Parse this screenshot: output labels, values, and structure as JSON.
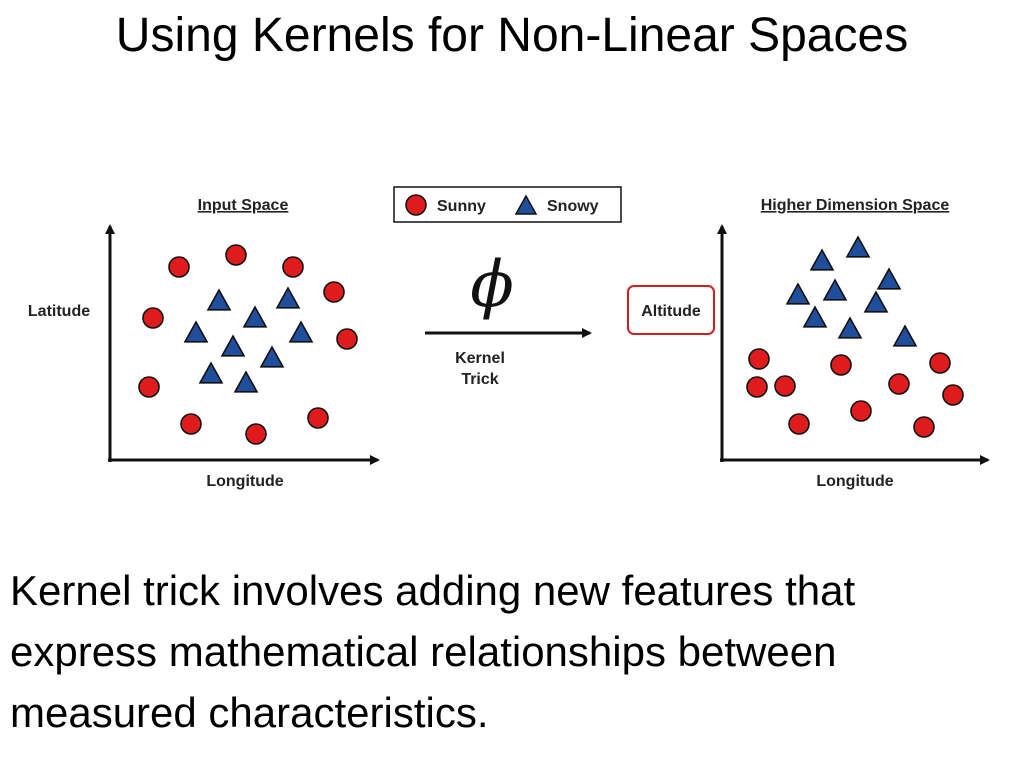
{
  "slide": {
    "title": "Using Kernels for Non-Linear Spaces",
    "body": "Kernel trick involves adding new features that express mathematical relationships between measured characteristics."
  },
  "diagram": {
    "legend": {
      "circle_label": "Sunny",
      "triangle_label": "Snowy"
    },
    "input_space": {
      "title": "Input Space",
      "y_label": "Latitude",
      "x_label": "Longitude"
    },
    "mapping": {
      "symbol": "ϕ",
      "label_line1": "Kernel",
      "label_line2": "Trick"
    },
    "higher_space": {
      "title": "Higher Dimension Space",
      "y_label": "Altitude",
      "x_label": "Longitude"
    },
    "colors": {
      "circle_fill": "#e01b1b",
      "triangle_fill": "#1f4e9c",
      "altitude_border": "#d21f1f",
      "outline": "#111111"
    }
  }
}
